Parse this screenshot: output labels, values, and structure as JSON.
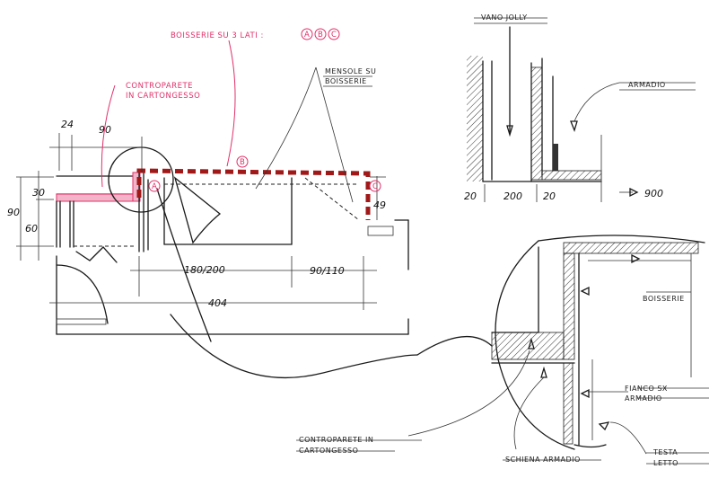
{
  "colors": {
    "ink": "#1a1a1a",
    "accent_pink": "#e0306a",
    "boiserie_red": "#a01818"
  },
  "labels": {
    "boiserie_3_sides": "BOISSERIE SU 3 LATI :",
    "marker_a": "A",
    "marker_b": "B",
    "marker_c": "C",
    "counterwall_top_1": "CONTROPARETE",
    "counterwall_top_2": "IN CARTONGESSO",
    "shelves_1": "MENSOLE SU",
    "shelves_2": "BOISSERIE",
    "vano_jolly": "VANO JOLLY",
    "armadio": "ARMADIO",
    "boiserie_detail": "BOISSERIE",
    "fianco_1": "FIANCO SX",
    "fianco_2": "ARMADIO",
    "counterwall_bottom_1": "CONTROPARETE IN",
    "counterwall_bottom_2": "CARTONGESSO",
    "schiena": "SCHIENA ARMADIO",
    "testa_1": "TESTA",
    "testa_2": "LETTO"
  },
  "dimensions": {
    "d24": "24",
    "d90_top": "90",
    "d30": "30",
    "d90_left": "90",
    "d60": "60",
    "d49": "49",
    "d180_200": "180/200",
    "d90_110": "90/110",
    "d404": "404",
    "d20_a": "20",
    "d200": "200",
    "d20_b": "20",
    "d900": "900"
  }
}
